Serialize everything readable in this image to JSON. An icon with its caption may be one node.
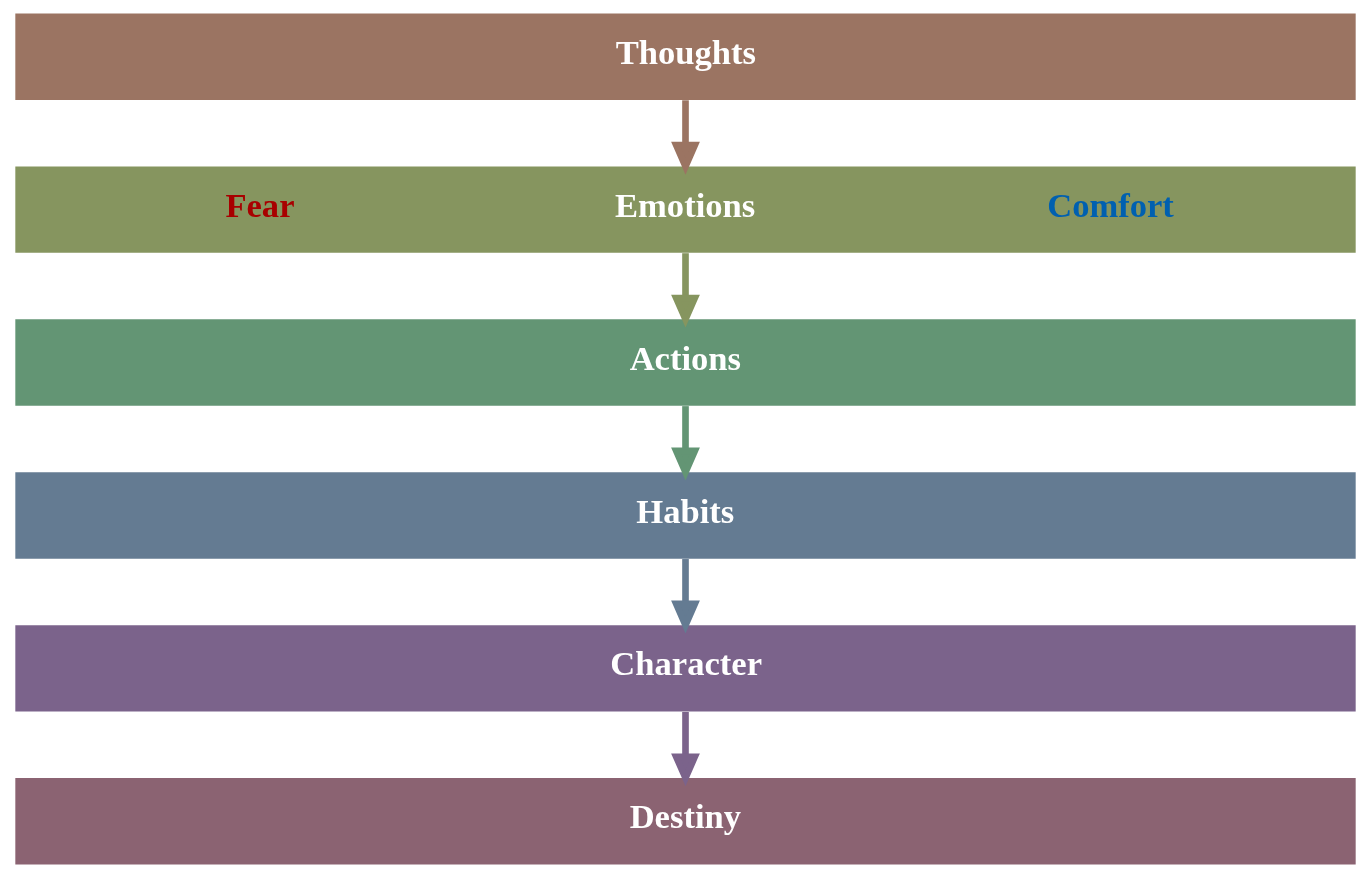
{
  "diagram": {
    "nodes": [
      {
        "text": [
          "Thoughts"
        ]
      },
      {
        "text": [
          "Fear",
          "Emotions",
          "Comfort"
        ]
      },
      {
        "text": [
          "Actions"
        ]
      },
      {
        "text": [
          "Habits"
        ]
      },
      {
        "text": [
          "Character"
        ]
      },
      {
        "text": [
          "Destiny"
        ]
      }
    ],
    "edges": [
      {
        "from": 0,
        "to": 1,
        "arrow": "to",
        "color": "#9b7462"
      },
      {
        "from": 1,
        "to": 2,
        "arrow": "to",
        "color": "#86955f"
      },
      {
        "from": 2,
        "to": 3,
        "arrow": "to",
        "color": "#639574"
      },
      {
        "from": 3,
        "to": 4,
        "arrow": "to",
        "color": "#647b92"
      },
      {
        "from": 4,
        "to": 5,
        "arrow": "to",
        "color": "#7b638b"
      }
    ]
  }
}
